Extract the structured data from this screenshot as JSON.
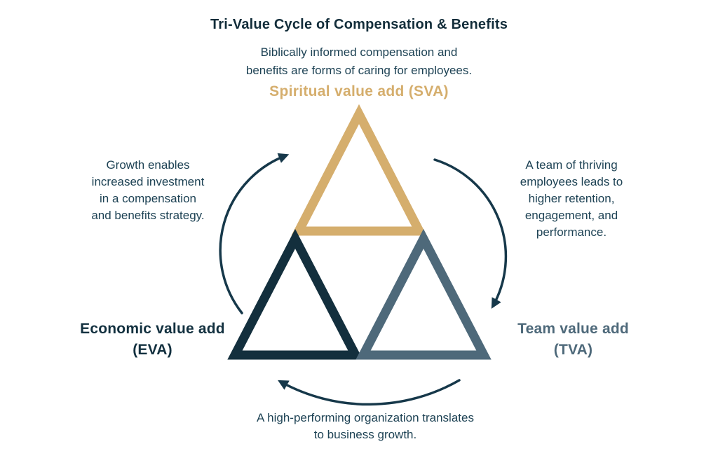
{
  "colors": {
    "title": "#122d3a",
    "body_text": "#1d4254",
    "gold": "#d5ae6d",
    "navy": "#132f3d",
    "slate": "#4e697a",
    "arrow": "#16384a",
    "background": "#ffffff"
  },
  "header": {
    "title": "Tri-Value Cycle of Compensation & Benefits",
    "subtitle": [
      "Biblically informed compensation and",
      "benefits are forms of caring for employees."
    ]
  },
  "nodes": {
    "sva": {
      "label": "Spiritual value add (SVA)"
    },
    "eva": {
      "lines": [
        "Economic value add",
        "(EVA)"
      ]
    },
    "tva": {
      "lines": [
        "Team value add",
        "(TVA)"
      ]
    }
  },
  "annotations": {
    "left": [
      "Growth enables",
      "increased investment",
      "in a compensation",
      "and benefits strategy."
    ],
    "right": [
      "A team of thriving",
      "employees leads to",
      "higher retention,",
      "engagement, and",
      "performance."
    ],
    "bottom": [
      "A high-performing organization translates",
      "to business growth."
    ]
  }
}
